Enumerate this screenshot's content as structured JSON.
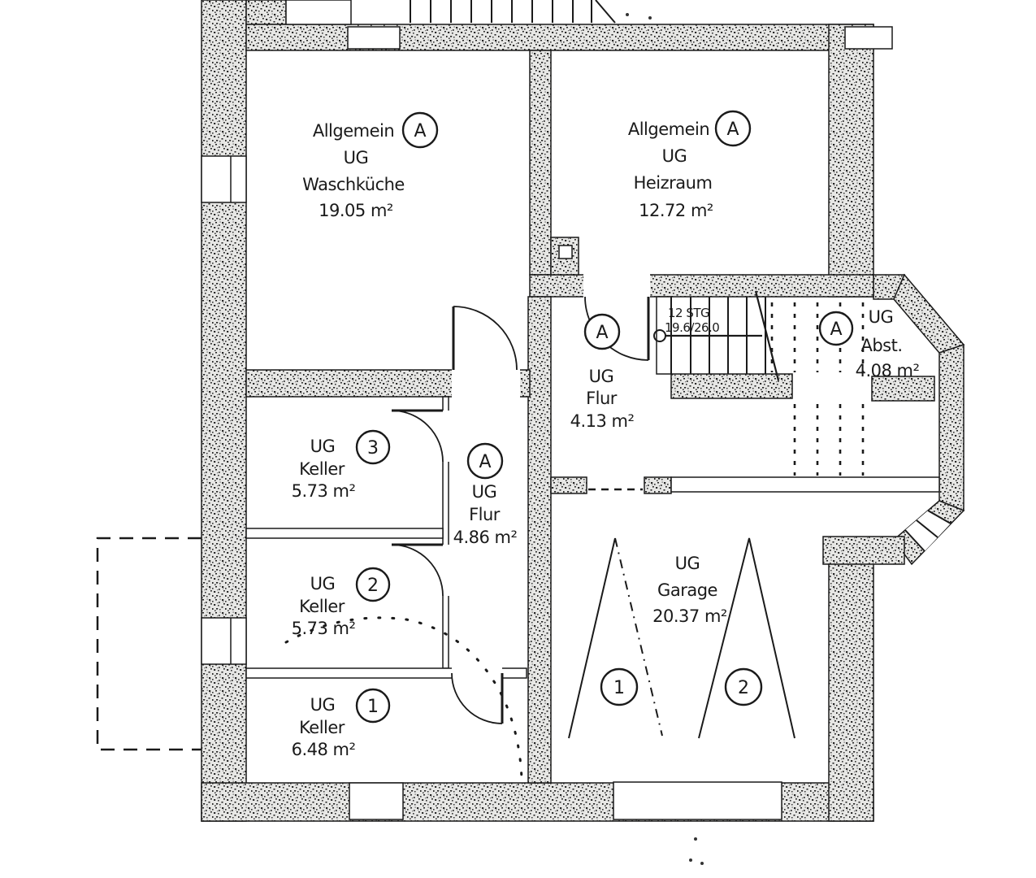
{
  "drawing": {
    "kind": "basement floor plan",
    "colors": {
      "ink": "#1a1a1a",
      "paper": "#ffffff"
    }
  },
  "rooms": [
    {
      "id": "waschkueche",
      "category": "Allgemein",
      "tag": "A",
      "floor": "UG",
      "name": "Waschküche",
      "area": "19.05 m²"
    },
    {
      "id": "heizraum",
      "category": "Allgemein",
      "tag": "A",
      "floor": "UG",
      "name": "Heizraum",
      "area": "12.72 m²"
    },
    {
      "id": "flur-413",
      "tag": "A",
      "floor": "UG",
      "name": "Flur",
      "area": "4.13 m²"
    },
    {
      "id": "abstellraum",
      "tag": "A",
      "floor": "UG",
      "name": "Abst.",
      "area": "4.08 m²"
    },
    {
      "id": "keller-3",
      "tag": "3",
      "floor": "UG",
      "name": "Keller",
      "area": "5.73 m²"
    },
    {
      "id": "flur-486",
      "tag": "A",
      "floor": "UG",
      "name": "Flur",
      "area": "4.86 m²"
    },
    {
      "id": "keller-2",
      "tag": "2",
      "floor": "UG",
      "name": "Keller",
      "area": "5.73 m²"
    },
    {
      "id": "keller-1",
      "tag": "1",
      "floor": "UG",
      "name": "Keller",
      "area": "6.48 m²"
    },
    {
      "id": "garage",
      "floor": "UG",
      "name": "Garage",
      "area": "20.37 m²",
      "stalls": [
        "1",
        "2"
      ]
    }
  ],
  "stairs": {
    "steps_label": "12 STG",
    "dimensions": "19.6/26.0"
  }
}
